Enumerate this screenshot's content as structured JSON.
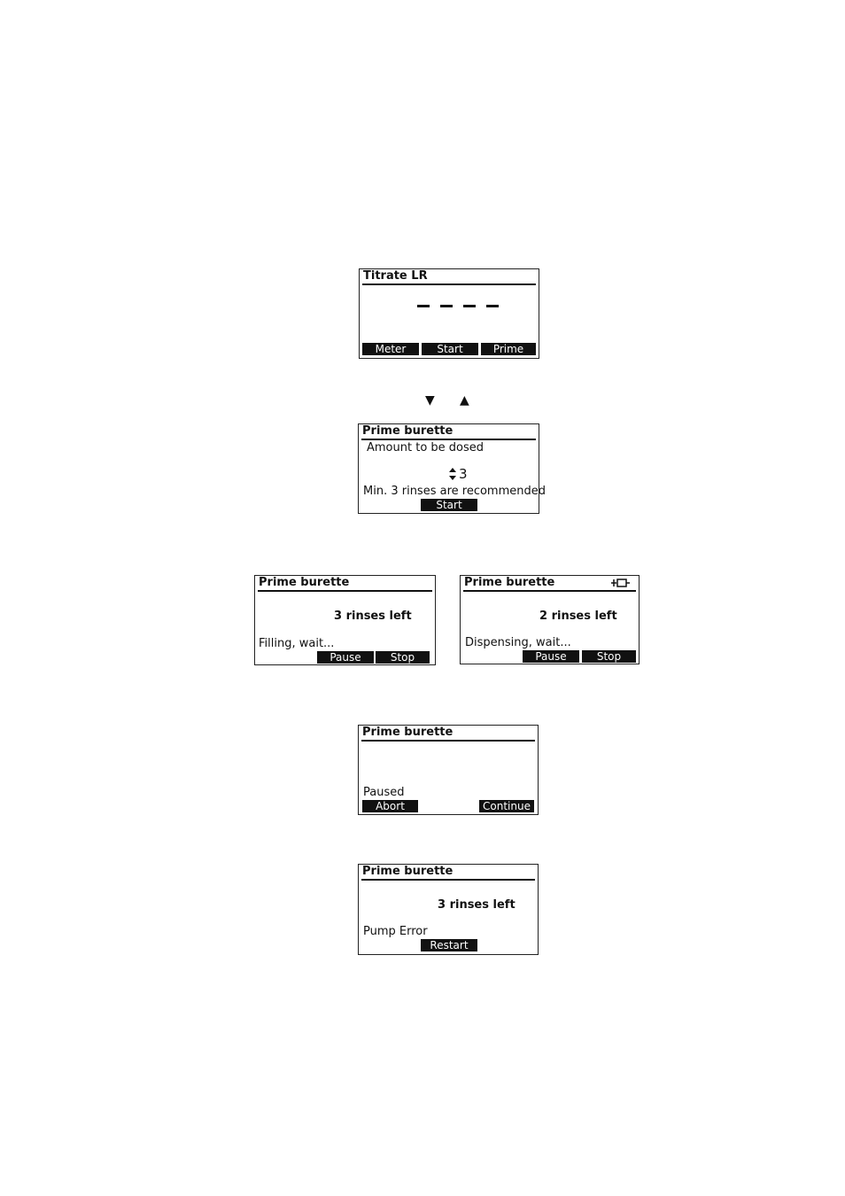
{
  "screen1": {
    "title": "Titrate LR",
    "keys": [
      "Meter",
      "Start",
      "Prime"
    ]
  },
  "nav_arrows": {
    "down": "▼",
    "up": "▲"
  },
  "screen2": {
    "title": "Prime burette",
    "prompt": "Amount to be dosed",
    "value": "3",
    "note": "Min. 3 rinses are recommended",
    "key": "Start"
  },
  "screen3": {
    "title": "Prime burette",
    "rinses": "3 rinses left",
    "status": "Filling, wait...",
    "keys": [
      "Pause",
      "Stop"
    ]
  },
  "screen4": {
    "title": "Prime burette",
    "rinses": "2 rinses left",
    "status": "Dispensing, wait...",
    "keys": [
      "Pause",
      "Stop"
    ],
    "icon": "pump-icon"
  },
  "screen5": {
    "title": "Prime burette",
    "status": "Paused",
    "keys": [
      "Abort",
      "Continue"
    ]
  },
  "screen6": {
    "title": "Prime burette",
    "rinses": "3 rinses left",
    "status": "Pump Error",
    "key": "Restart"
  }
}
